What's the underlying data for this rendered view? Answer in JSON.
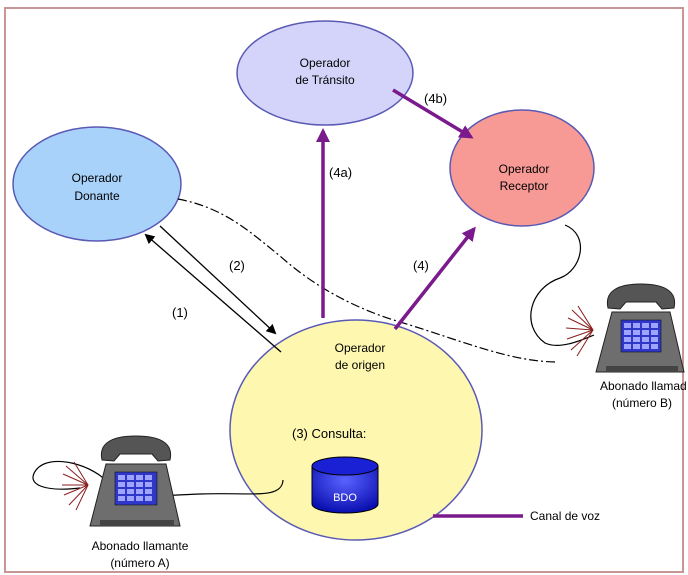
{
  "nodes": {
    "transito": {
      "line1": "Operador",
      "line2": "de Tránsito",
      "fill": "#d4d4fa"
    },
    "donante": {
      "line1": "Operador",
      "line2": "Donante",
      "fill": "#a8d2fa"
    },
    "receptor": {
      "line1": "Operador",
      "line2": "Receptor",
      "fill": "#f79a96"
    },
    "origen": {
      "line1": "Operador",
      "line2": "de origen",
      "fill": "#fdf7b0"
    }
  },
  "labels": {
    "step_1": "(1)",
    "step_2": "(2)",
    "step_3": "(3) Consulta:",
    "step_4": "(4)",
    "step_4a": "(4a)",
    "step_4b": "(4b)"
  },
  "database": {
    "label": "BDO",
    "fill": "#1a20d4"
  },
  "subscribers": {
    "called_line1": "Abonado llamad",
    "called_line2": "(número B)",
    "caller_line1": "Abonado llamante",
    "caller_line2": "(número A)"
  },
  "legend": {
    "label": "Canal de voz",
    "color": "#7a1a8c"
  },
  "colors": {
    "purple": "#7a1a8c",
    "frame": "#c89696",
    "black": "#000000"
  }
}
